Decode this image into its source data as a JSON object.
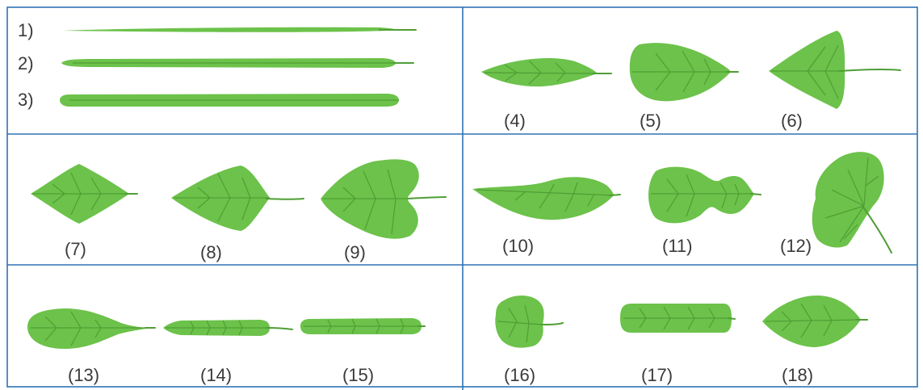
{
  "labels": {
    "l1": "1)",
    "l2": "2)",
    "l3": "3)",
    "l4": "(4)",
    "l5": "(5)",
    "l6": "(6)",
    "l7": "(7)",
    "l8": "(8)",
    "l9": "(9)",
    "l10": "(10)",
    "l11": "(11)",
    "l12": "(12)",
    "l13": "(13)",
    "l14": "(14)",
    "l15": "(15)",
    "l16": "(16)",
    "l17": "(17)",
    "l18": "(18)"
  },
  "colors": {
    "grid": "#2f73b5",
    "leaf": "#6cc24a",
    "vein": "#4f9e35",
    "text": "#3a3a3a"
  }
}
